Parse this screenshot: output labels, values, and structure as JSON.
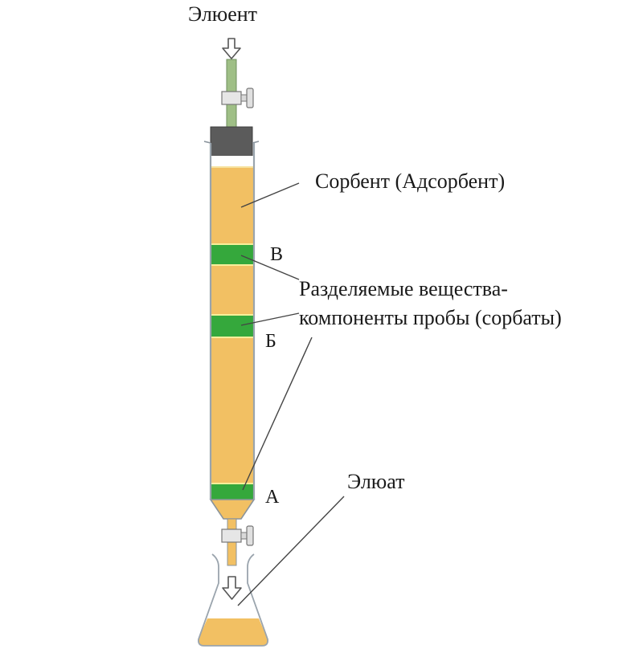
{
  "labels": {
    "eluent": "Элюент",
    "sorbent": "Сорбент (Адсорбент)",
    "separated_line1": "Разделяемые вещества-",
    "separated_line2": "компоненты пробы (сорбаты)",
    "eluate": "Элюат",
    "zone_v": "В",
    "zone_b": "Б",
    "zone_a": "А"
  },
  "colors": {
    "sorbent": "#f2c063",
    "band": "#35a83c",
    "tube": "#9fbf86",
    "glass": "#9aa4ad",
    "cap": "#5b5b5b",
    "eluate": "#f2c063"
  }
}
